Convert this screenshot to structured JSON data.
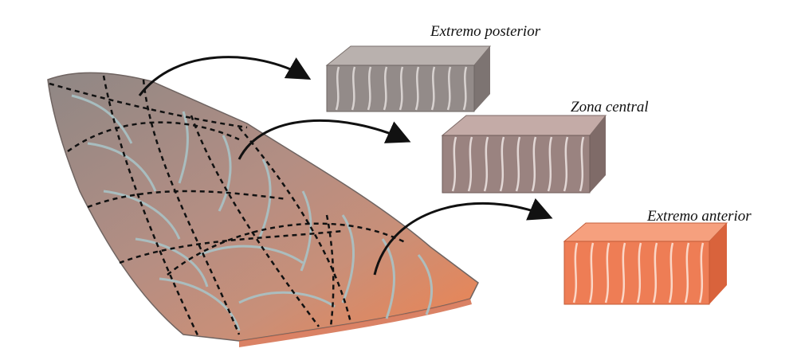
{
  "labels": {
    "posterior": "Extremo posterior",
    "central": "Zona central",
    "anterior": "Extremo anterior"
  },
  "colors": {
    "posterior": "#8e8482",
    "central": "#9a8380",
    "anterior": "#ee7d55",
    "fillet_back": "#9e8a86",
    "fillet_mid": "#b88f82",
    "fillet_front": "#ef8458",
    "myosepta": "#a9c3c6",
    "arrow": "#111111"
  }
}
